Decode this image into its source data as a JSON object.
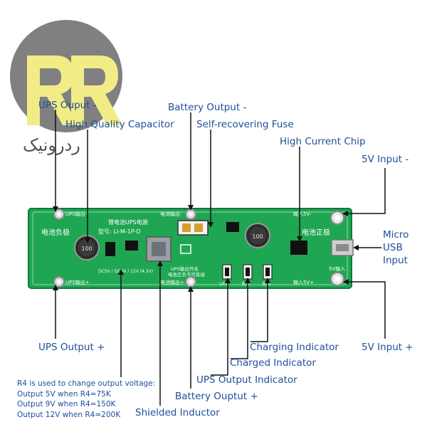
{
  "labels": {
    "ups_output_minus": "UPS Ouput -",
    "high_quality_capacitor": "High Quality Capacitor",
    "battery_output_minus": "Battery Output -",
    "self_recovering_fuse": "Self-recovering Fuse",
    "high_current_chip": "High Current Chip",
    "input_5v_minus": "5V Input -",
    "micro_usb_input_1": "Micro",
    "micro_usb_input_2": "USB",
    "micro_usb_input_3": "Input",
    "ups_output_plus": "UPS Output +",
    "charging_indicator": "Charging Indicator",
    "input_5v_plus": "5V Input +",
    "charged_indicator": "Charged Indicator",
    "ups_output_indicator": "UPS Output Indicator",
    "battery_output_plus": "Battery Ouptut +",
    "shielded_inductor": "Shielded Inductor"
  },
  "note": {
    "line1": "R4 is used to change output voltage:",
    "line2": "Output 5V when R4=75K",
    "line3": "Output 9V when R4=150K",
    "line4": "Output 12V when R4=200K"
  },
  "board": {
    "silk_title": "锂电池UPS电源",
    "silk_model": "型号: LI-M-1P-D",
    "silk_battery_neg": "电池负极",
    "silk_battery_pos": "电池正极",
    "silk_ups_out_top": "UPS输出-",
    "silk_ups_out_bottom": "UPS输出+",
    "silk_batt_out_top": "电池输出-",
    "silk_batt_out_bottom": "电池输出+",
    "silk_input_top": "输入5V-",
    "silk_input_bottom": "输入5V+",
    "silk_switch": "UPS输出开关",
    "silk_switch_note": "电池正负不可反接",
    "silk_led1": "UPS",
    "silk_led2": "充电",
    "silk_led3": "充满",
    "silk_usb": "5V输入",
    "cap1_value": "100",
    "cap2_value": "100",
    "voltage_notes": "DC5V / DC9V / 12V (4.2V)"
  },
  "logo": {
    "text": "ردرونیک"
  },
  "colors": {
    "label_blue": "#1d4f9a",
    "board_green": "#1fa652",
    "logo_yellow": "#f2ec86",
    "logo_gray": "#808080"
  }
}
